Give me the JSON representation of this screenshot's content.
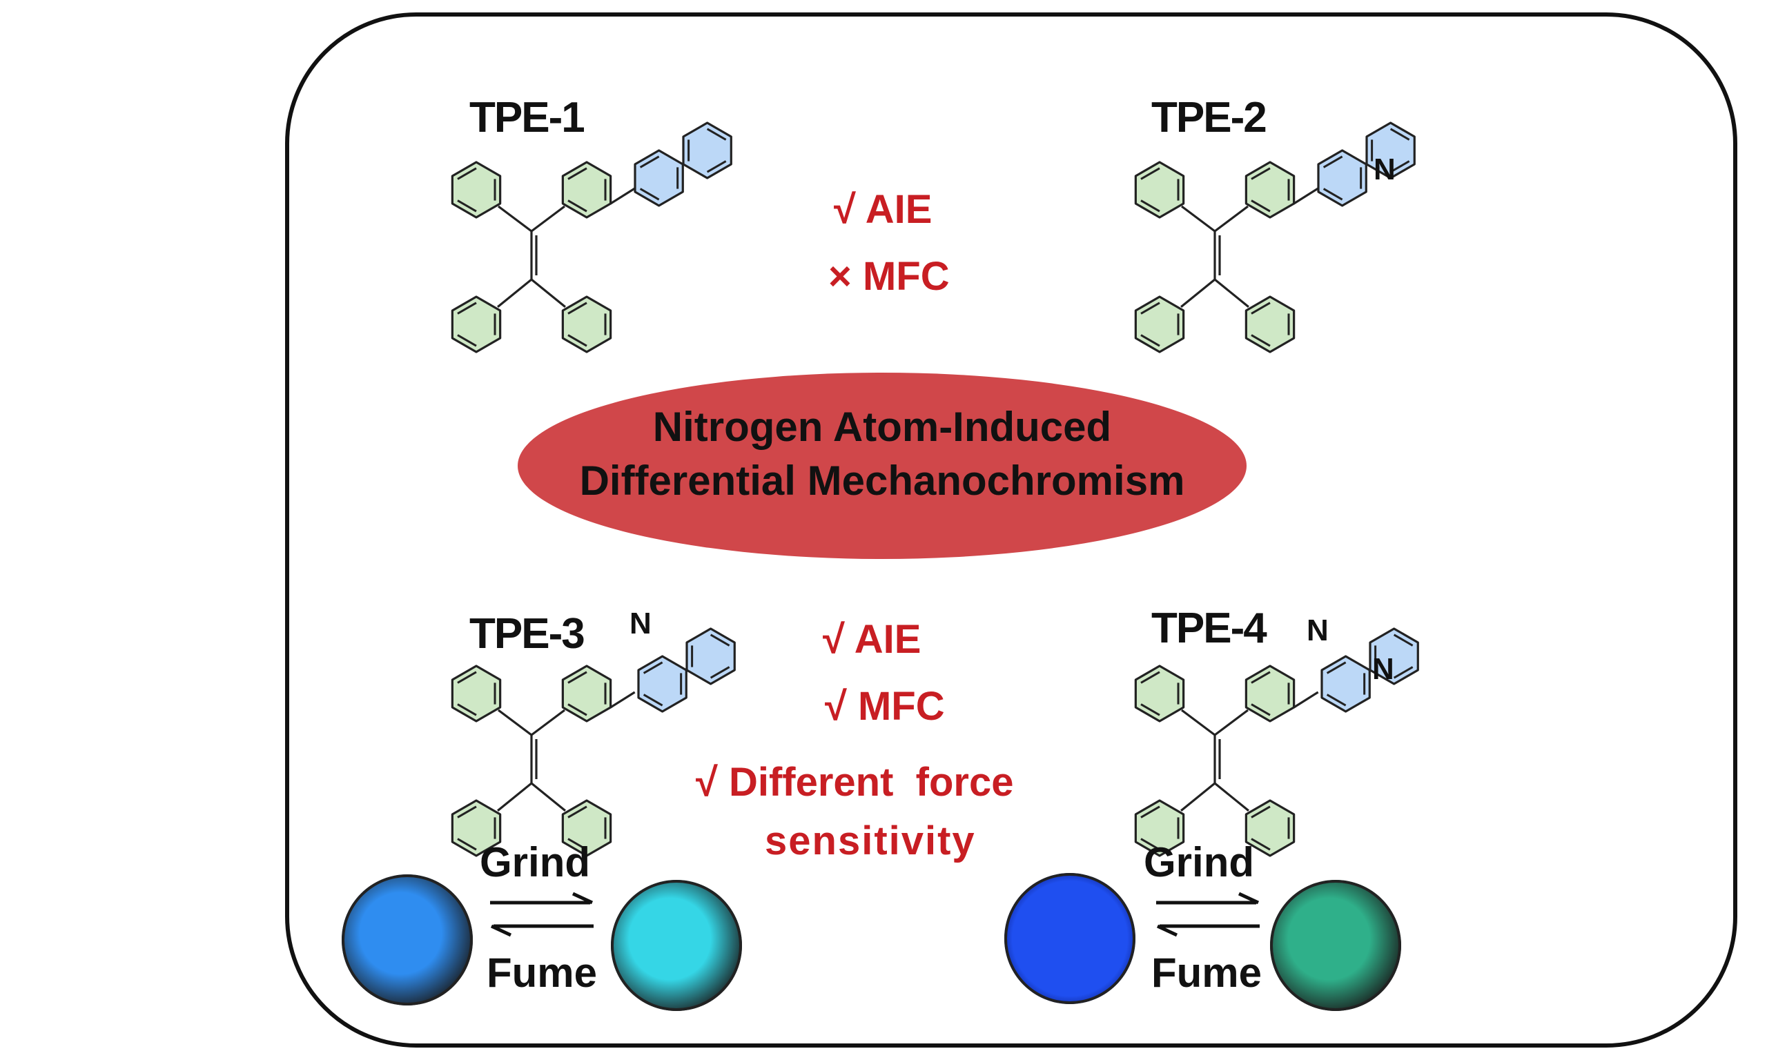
{
  "colors": {
    "frame": "#111111",
    "ellipse": "#d0474a",
    "red_text": "#c81e23",
    "ring_green": "#cfe8c6",
    "ring_blue": "#bcd8f7"
  },
  "compounds": [
    {
      "name": "TPE-1"
    },
    {
      "name": "TPE-2",
      "hetero_atoms": [
        "N"
      ]
    },
    {
      "name": "TPE-3",
      "hetero_atoms": [
        "N"
      ]
    },
    {
      "name": "TPE-4",
      "hetero_atoms": [
        "N",
        "N"
      ]
    }
  ],
  "center": {
    "line1": "Nitrogen Atom-Induced",
    "line2": "Differential Mechanochromism"
  },
  "top_properties": {
    "aie": "√ AIE",
    "mfc": "× MFC"
  },
  "bottom_properties": {
    "aie": "√ AIE",
    "mfc": "√ MFC",
    "force_line1": "√ Different  force",
    "force_line2": "sensitivity"
  },
  "switch": {
    "forward": "Grind",
    "backward": "Fume"
  },
  "photos": [
    {
      "id": "tpe3-before",
      "color": "#2f8df0"
    },
    {
      "id": "tpe3-after",
      "color": "#35d6e6"
    },
    {
      "id": "tpe4-before",
      "color": "#1f4ff0"
    },
    {
      "id": "tpe4-after",
      "color": "#2fb08a"
    }
  ]
}
